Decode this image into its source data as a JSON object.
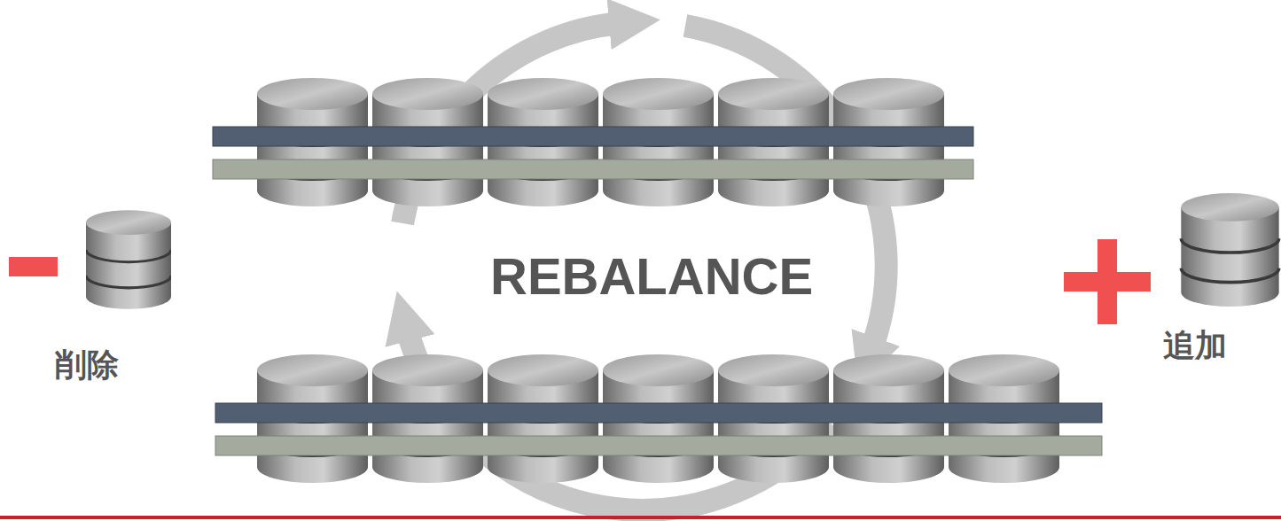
{
  "diagram": {
    "labels": [
      "REBALANCE",
      "削除",
      "追加"
    ]
  }
}
